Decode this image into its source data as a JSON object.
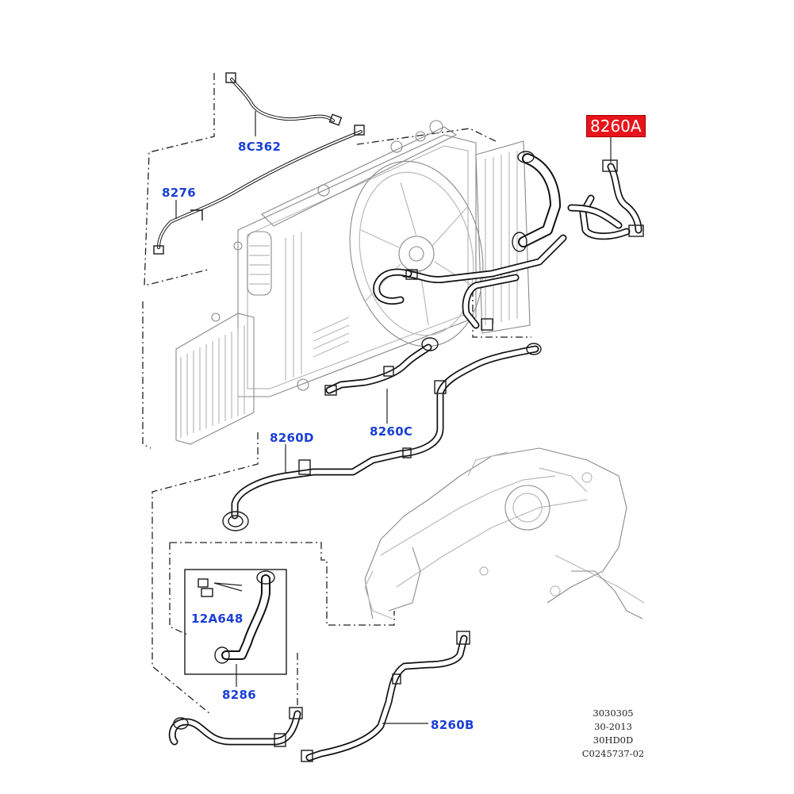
{
  "labels": {
    "p8260A": "8260A",
    "p8C362": "8C362",
    "p8276": "8276",
    "p8260D": "8260D",
    "p8260C": "8260C",
    "p12A648": "12A648",
    "p8286": "8286",
    "p8260B": "8260B"
  },
  "reference": {
    "line1": "3030305",
    "line2": "30-2013",
    "line3": "30HD0D",
    "line4": "C0245737-02"
  },
  "colors": {
    "label_text": "#1a3fd6",
    "highlight_bg": "#e8141b",
    "line": "#1b1b1b",
    "ghost_line": "#b9b9b9"
  }
}
